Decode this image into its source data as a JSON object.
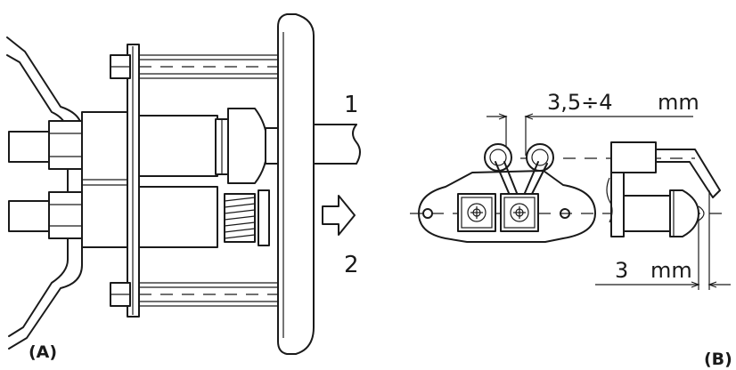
{
  "figure_a": {
    "label": "(A)",
    "callout_1": "1",
    "callout_2": "2"
  },
  "figure_b": {
    "label": "(B)",
    "dimension_gap": "3,5÷4",
    "dimension_gap_unit": "mm",
    "dimension_tip": "3",
    "dimension_tip_unit": "mm"
  }
}
